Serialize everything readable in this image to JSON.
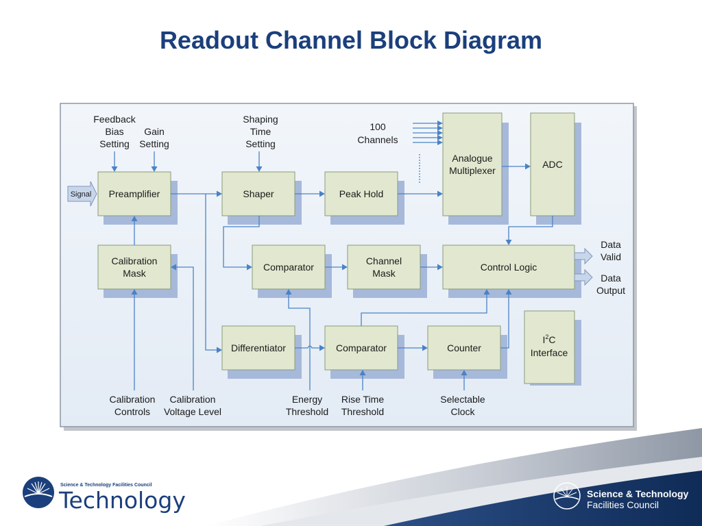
{
  "title": "Readout Channel Block Diagram",
  "blocks": {
    "preamplifier": "Preamplifier",
    "shaper": "Shaper",
    "peak_hold": "Peak Hold",
    "mux": [
      "Analogue",
      "Multiplexer"
    ],
    "adc": "ADC",
    "calibration_mask": [
      "Calibration",
      "Mask"
    ],
    "comparator_top": "Comparator",
    "channel_mask": [
      "Channel",
      "Mask"
    ],
    "control_logic": "Control Logic",
    "differentiator": "Differentiator",
    "comparator_bottom": "Comparator",
    "counter": "Counter",
    "i2c": [
      "I",
      "2",
      "C",
      "Interface"
    ]
  },
  "inputs": {
    "feedback_bias": [
      "Feedback",
      "Bias",
      "Setting"
    ],
    "gain": [
      "Gain",
      "Setting"
    ],
    "shaping_time": [
      "Shaping",
      "Time",
      "Setting"
    ],
    "channels": [
      "100",
      "Channels"
    ],
    "signal": "Signal",
    "calibration_controls": [
      "Calibration",
      "Controls"
    ],
    "calibration_voltage": [
      "Calibration",
      "Voltage Level"
    ],
    "energy_threshold": [
      "Energy",
      "Threshold"
    ],
    "rise_time_threshold": [
      "Rise Time",
      "Threshold"
    ],
    "selectable_clock": [
      "Selectable",
      "Clock"
    ]
  },
  "outputs": {
    "data_valid": [
      "Data",
      "Valid"
    ],
    "data_output": [
      "Data",
      "Output"
    ]
  },
  "footer": {
    "left_small": "Science & Technology Facilities Council",
    "left_big": "Technology",
    "right_line1": "Science & Technology",
    "right_line2": "Facilities Council"
  },
  "colors": {
    "title": "#1b3f7c",
    "block_fill": "#e1e8cf",
    "block_shadow": "#a7b9da",
    "arrow": "#4a82c6",
    "panel": "#e9eff7"
  }
}
